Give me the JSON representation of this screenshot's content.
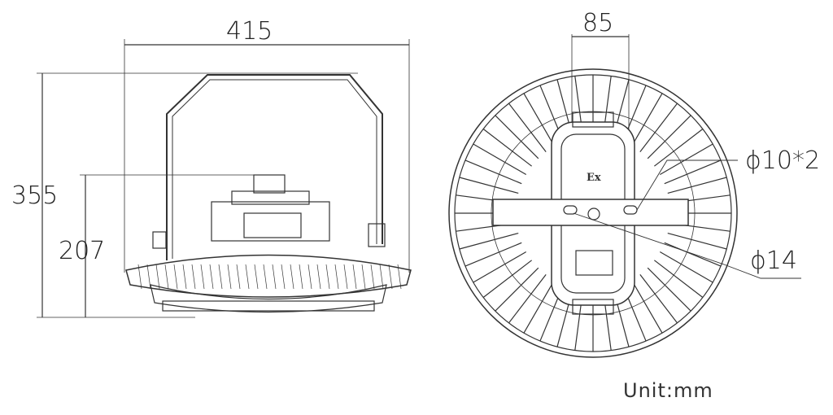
{
  "side_view": {
    "width_label": "415",
    "height_total_label": "355",
    "height_body_label": "207"
  },
  "bottom_view": {
    "spacing_label": "85",
    "hole_small_label": "ϕ10*2",
    "hole_large_label": "ϕ14",
    "ex_mark": "Ex"
  },
  "unit_label": "Unit:mm",
  "colors": {
    "line": "#333333",
    "background": "#ffffff"
  }
}
